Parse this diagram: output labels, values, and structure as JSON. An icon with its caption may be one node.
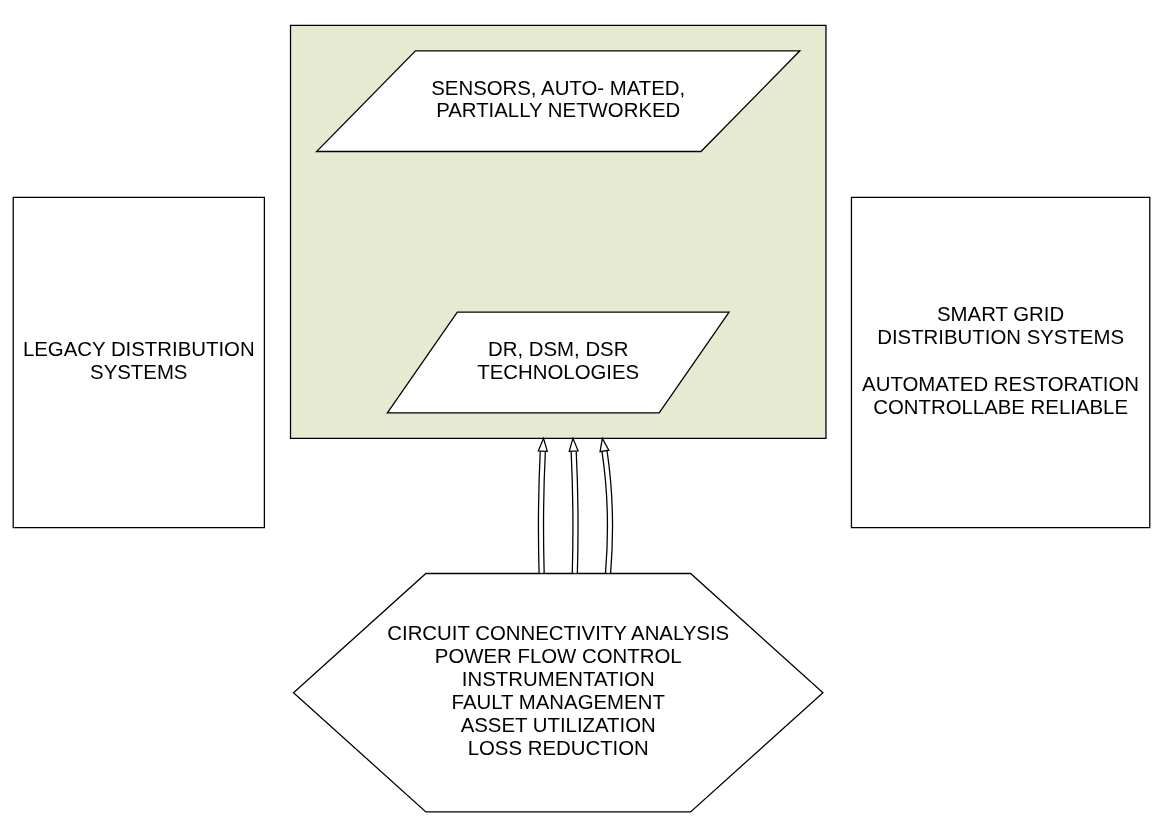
{
  "diagram": {
    "nodes": [
      {
        "text": [
          "LEGACY DISTRIBUTION SYSTEMS"
        ]
      },
      {
        "text": [],
        "shape": "arrow"
      },
      {
        "text": [
          "SENSORS, AUTO- MATED, PARTIALLY NETWORKED"
        ],
        "in": 1
      },
      {
        "text": [
          "DR, DSM, DSR TECHNOLOGIES"
        ],
        "in": 1
      },
      {
        "text": [
          "SMART GRID DISTRIBUTION SYSTEMS",
          "AUTOMATED RESTORATION CONTROLLABE RELIABLE"
        ]
      },
      {
        "text": [
          "CIRCUIT CONNECTIVITY ANALYSIS",
          "POWER FLOW CONTROL",
          "INSTRUMENTATION",
          "FAULT MANAGEMENT",
          "ASSET UTILIZATION",
          "LOSS REDUCTION"
        ]
      }
    ],
    "edges": [
      {
        "from": 5,
        "to": 1,
        "arrow": "to"
      },
      {
        "from": 5,
        "to": 1,
        "arrow": "to"
      },
      {
        "from": 5,
        "to": 1,
        "arrow": "to"
      }
    ]
  }
}
